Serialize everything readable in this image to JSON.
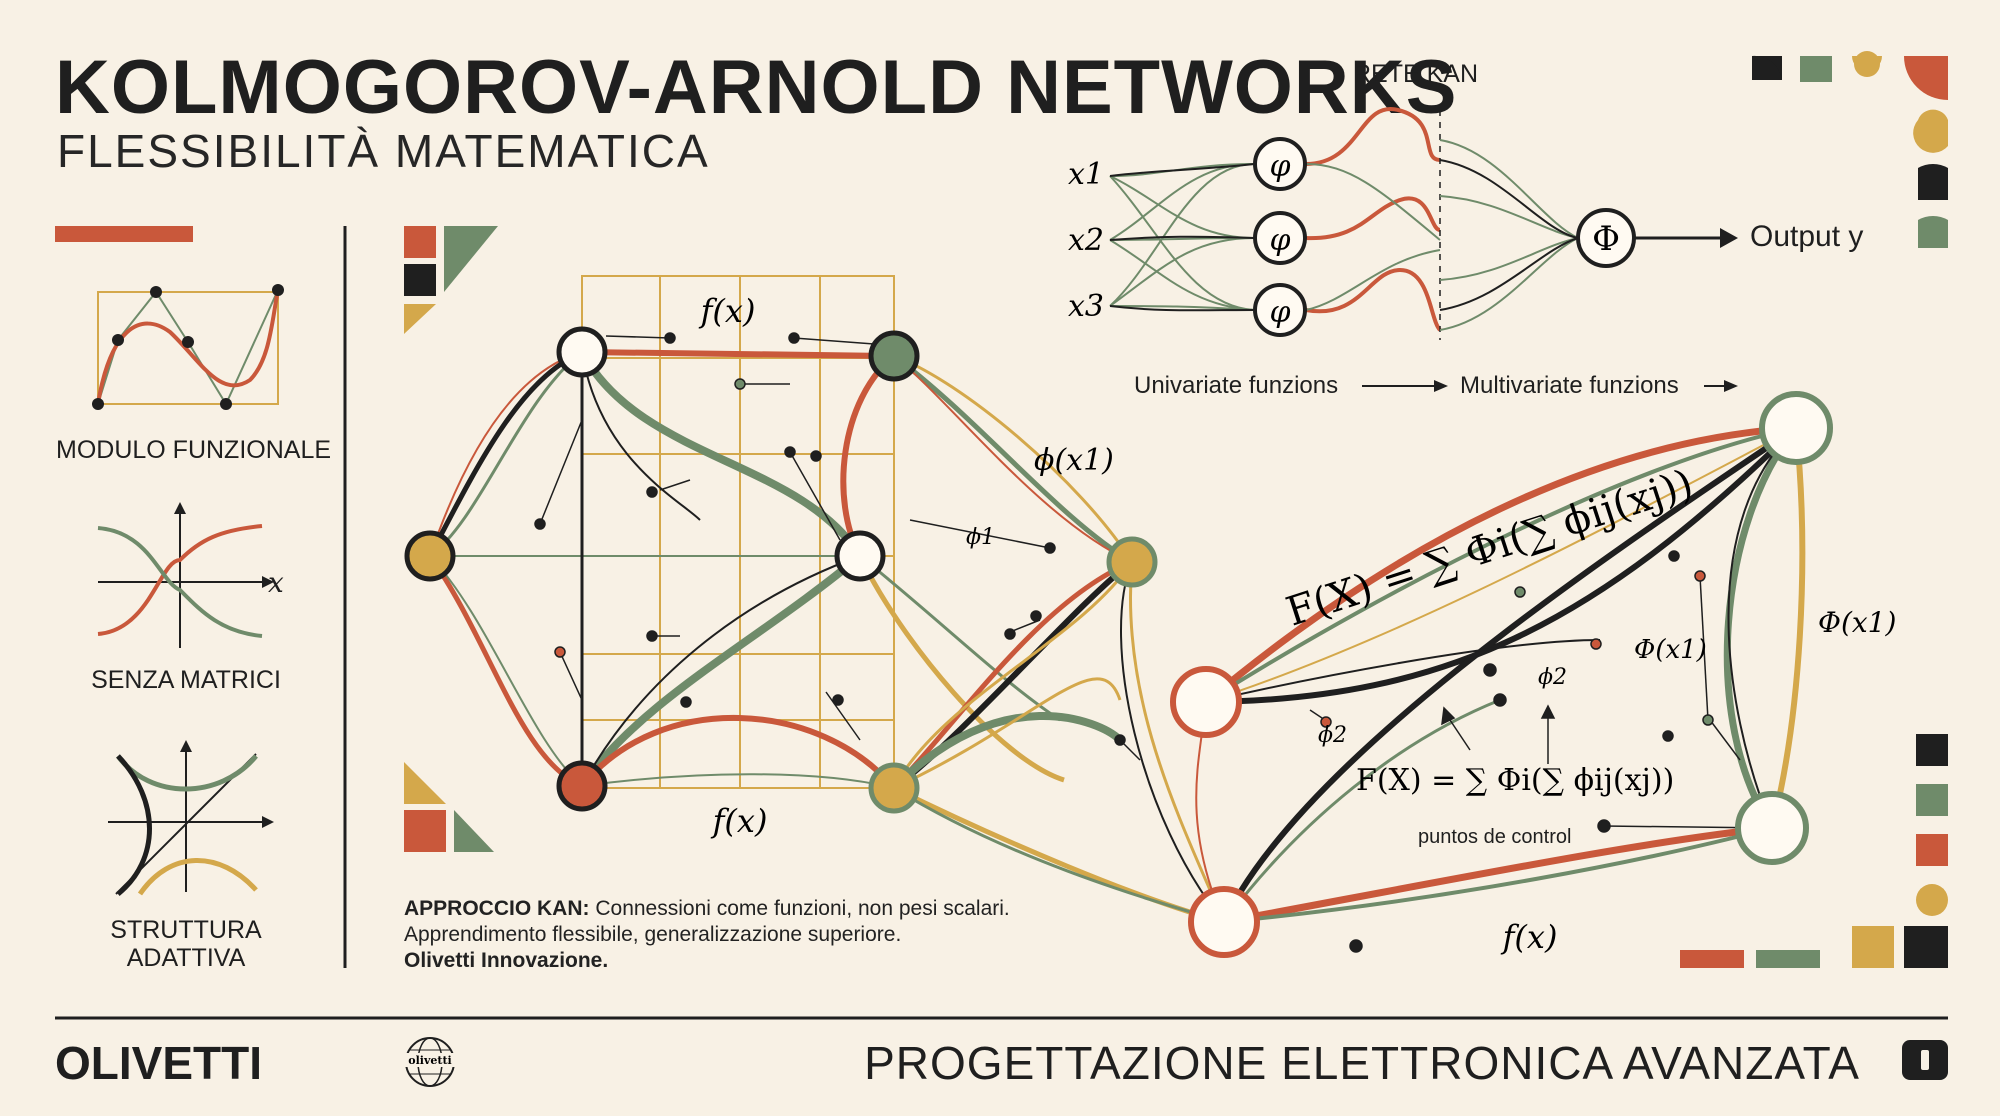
{
  "header": {
    "title": "KOLMOGOROV-ARNOLD NETWORKS",
    "subtitle": "FLESSIBILITÀ MATEMATICA",
    "rete_label": "RETE KAN"
  },
  "sidebar": {
    "items": [
      {
        "label": "MODULO FUNZIONALE"
      },
      {
        "label": "SENZA MATRICI"
      },
      {
        "label_line1": "STRUTTURA",
        "label_line2": "ADATTIVA"
      }
    ],
    "axis_x": "x"
  },
  "kan_diagram": {
    "inputs": [
      "x1",
      "x2",
      "x3"
    ],
    "phi_symbol": "φ",
    "big_phi": "Φ",
    "output_label": "Output y",
    "univariate_label": "Univariate funzions",
    "multivariate_label": "Multivariate funzions"
  },
  "network": {
    "f_top": "f(x)",
    "f_bottom": "f(x)",
    "phi_x1": "ϕ(x1)",
    "phi1": "ϕ1",
    "formula_main": "F(X) = ∑ Φi(∑ ϕij(xj))",
    "formula_small": "F(X) = ∑ Φi(∑ ϕij(xj))",
    "phi2_a": "ϕ2",
    "phi2_b": "ϕ2",
    "Phi_x1_a": "Φ(x1)",
    "Phi_x1_b": "Φ(x1)",
    "control_points": "puntos de control",
    "f_right": "f(x)"
  },
  "note": {
    "bold": "APPROCCIO KAN:",
    "line1": " Connessioni come funzioni, non pesi scalari.",
    "line2": "Apprendimento flessibile, generalizzazione superiore.",
    "line3": "Olivetti Innovazione."
  },
  "footer": {
    "brand": "OLIVETTI",
    "logo_text": "olivetti",
    "tagline": "PROGETTAZIONE ELETTRONICA AVANZATA"
  },
  "colors": {
    "background": "#f8f1e5",
    "orange": "#c9583b",
    "green": "#6f8b6a",
    "mustard": "#d4a84b",
    "dark": "#1f1f1f"
  }
}
